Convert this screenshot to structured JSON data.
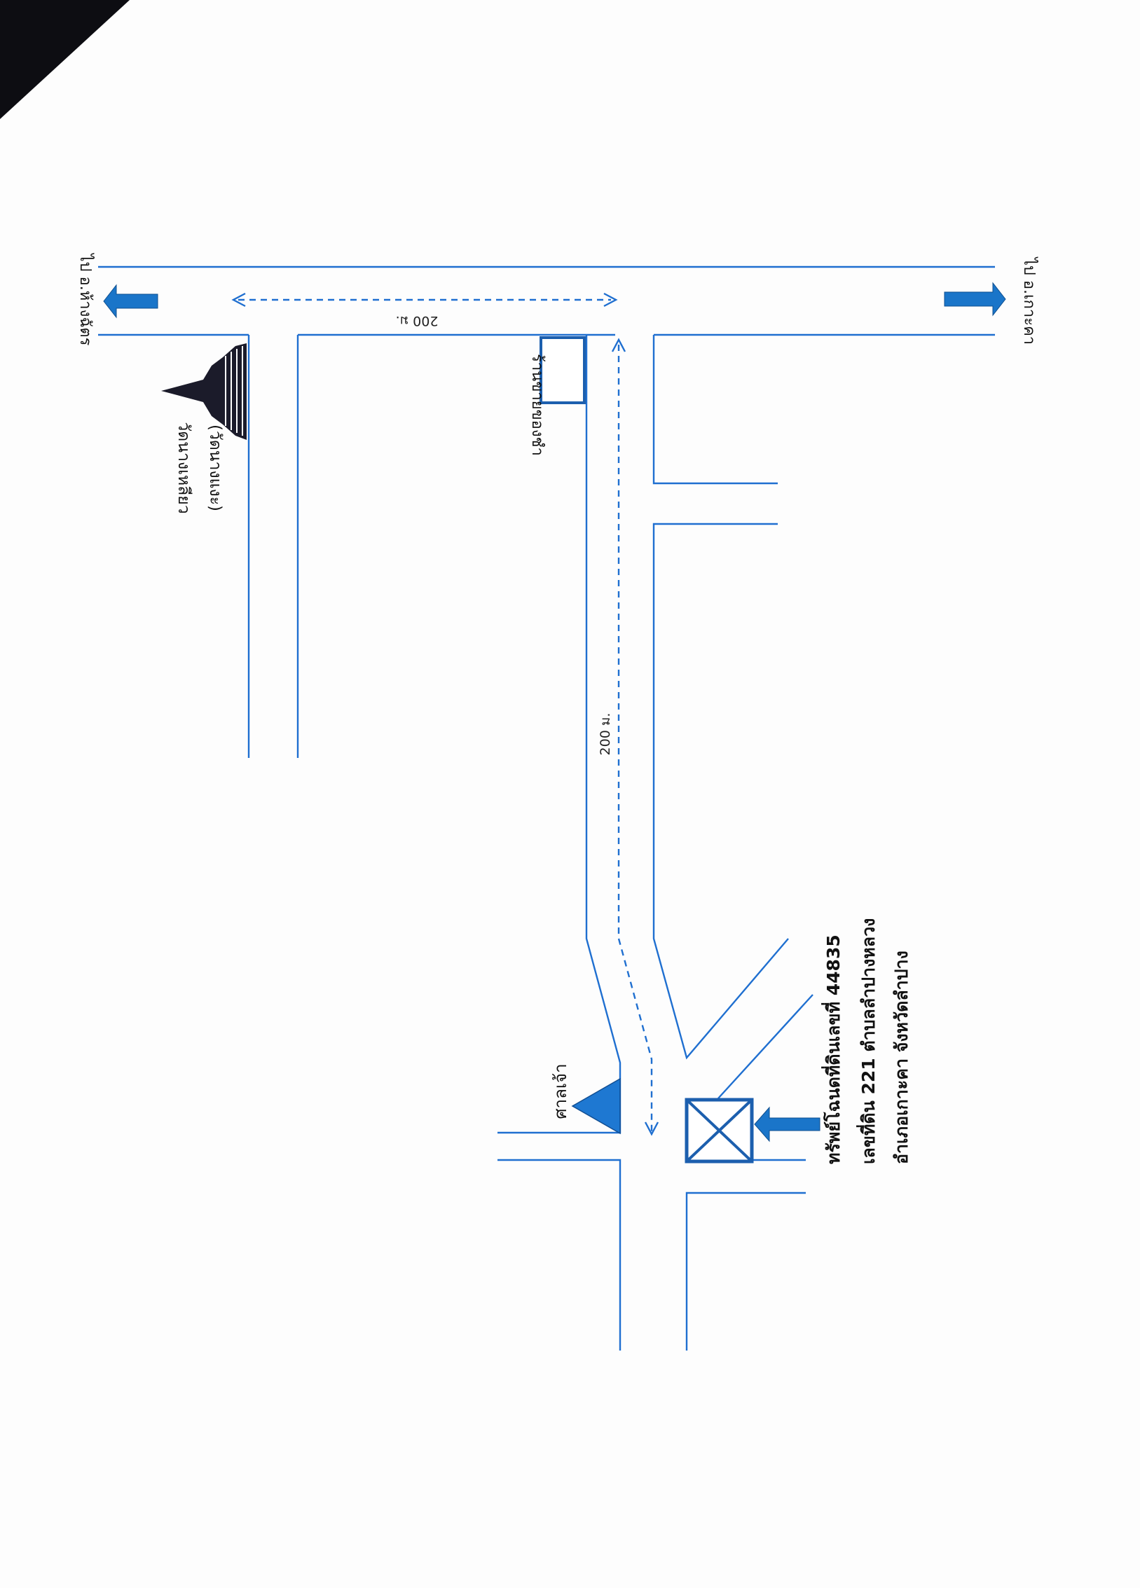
{
  "map": {
    "places": {
      "to_hang_chat": "ไป อ.ห้างฉัตร",
      "to_ko_kha": "ไป อ.เกาะคา",
      "temple_name": "วัดนางเหลียว",
      "temple_alt": "(วัดนางแงะ)",
      "shop": "ร้านขายของชำ",
      "shrine": "ศาลเจ้า"
    },
    "distances": {
      "top": "200 ม.",
      "middle": "200 ม."
    },
    "property": {
      "line1": "ทรัพย์โฉนดที่ดินเลขที่  44835",
      "line2": "เลขที่ดิน  221  ตำบลลำปางหลวง",
      "line3": "อำเภอเกาะคา  จังหวัดลำปาง"
    },
    "colors": {
      "road": "#1f6fd0",
      "arrow": "#1a75c9",
      "shrine": "#1e78d2",
      "temple": "#1b1b2a"
    }
  }
}
